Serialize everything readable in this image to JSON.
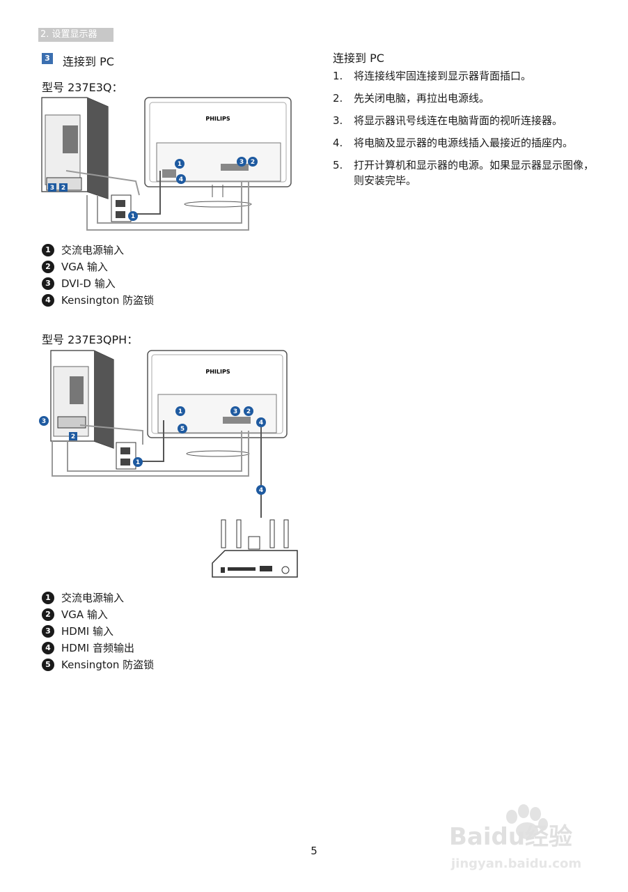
{
  "header": {
    "section_label": "2. 设置显示器"
  },
  "step": {
    "badge": "3",
    "title": "连接到 PC"
  },
  "model1": {
    "title": "型号 237E3Q：",
    "legend": [
      {
        "num": "1",
        "label": "交流电源输入"
      },
      {
        "num": "2",
        "label": "VGA 输入"
      },
      {
        "num": "3",
        "label": "DVI-D 输入"
      },
      {
        "num": "4",
        "label": "Kensington 防盗锁"
      }
    ]
  },
  "model2": {
    "title": "型号 237E3QPH：",
    "legend": [
      {
        "num": "1",
        "label": "交流电源输入"
      },
      {
        "num": "2",
        "label": "VGA 输入"
      },
      {
        "num": "3",
        "label": "HDMI 输入"
      },
      {
        "num": "4",
        "label": "HDMI 音频输出"
      },
      {
        "num": "5",
        "label": "Kensington 防盗锁"
      }
    ]
  },
  "diagram": {
    "brand": "PHILIPS"
  },
  "instructions": {
    "title": "连接到 PC",
    "steps": [
      {
        "n": "1.",
        "text": "将连接线牢固连接到显示器背面插口。"
      },
      {
        "n": "2.",
        "text": "先关闭电脑，再拉出电源线。"
      },
      {
        "n": "3.",
        "text": "将显示器讯号线连在电脑背面的视听连接器。"
      },
      {
        "n": "4.",
        "text": "将电脑及显示器的电源线插入最接近的插座内。"
      },
      {
        "n": "5.",
        "text": "打开计算机和显示器的电源。如果显示器显示图像，则安装完毕。"
      }
    ]
  },
  "footer": {
    "page_number": "5"
  },
  "watermark": {
    "brand": "Baidu经验",
    "url": "jingyan.baidu.com"
  }
}
